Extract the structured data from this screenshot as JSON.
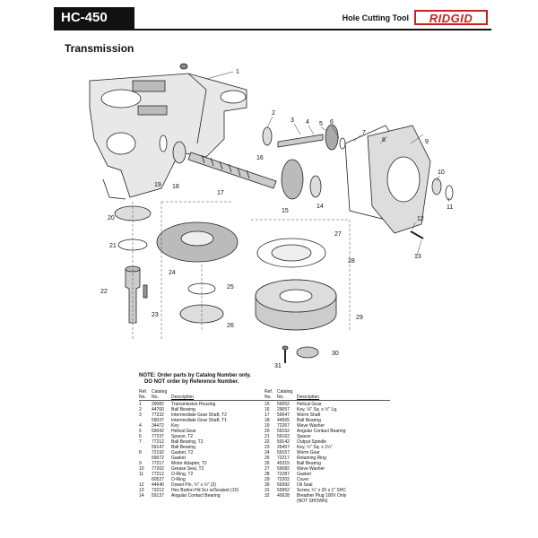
{
  "header": {
    "model": "HC-450",
    "tool_name": "Hole Cutting Tool",
    "brand": "RIDGID"
  },
  "section_title": "Transmission",
  "callouts": [
    "1",
    "2",
    "3",
    "4",
    "5",
    "6",
    "7",
    "8",
    "9",
    "10",
    "11",
    "12",
    "13",
    "14",
    "15",
    "16",
    "17",
    "18",
    "19",
    "20",
    "21",
    "22",
    "23",
    "24",
    "25",
    "26",
    "27",
    "28",
    "29",
    "30",
    "31"
  ],
  "notes": {
    "line1": "NOTE: Order parts by Catalog Number only.",
    "line2": "DO NOT order by Reference Number."
  },
  "table_headers": {
    "ref_line1": "Ref.",
    "ref_line2": "No.",
    "cat_line1": "Catalog",
    "cat_line2": "No.",
    "desc": "Description"
  },
  "parts_left": [
    {
      "ref": "1",
      "cat": "29082",
      "desc": "Transmission Housing"
    },
    {
      "ref": "2",
      "cat": "44760",
      "desc": "Ball Bearing"
    },
    {
      "ref": "3",
      "cat": "77232",
      "desc": "Intermediate Gear Shaft, T2"
    },
    {
      "ref": "",
      "cat": "59037",
      "desc": "Intermediate Gear Shaft, T1"
    },
    {
      "ref": "4",
      "cat": "34472",
      "desc": "Key"
    },
    {
      "ref": "5",
      "cat": "59042",
      "desc": "Helical Gear"
    },
    {
      "ref": "6",
      "cat": "77237",
      "desc": "Spacer, T2"
    },
    {
      "ref": "7",
      "cat": "77212",
      "desc": "Ball Bearing, T2"
    },
    {
      "ref": "",
      "cat": "59147",
      "desc": "Ball Bearing"
    },
    {
      "ref": "8",
      "cat": "72192",
      "desc": "Gasket, T2"
    },
    {
      "ref": "",
      "cat": "59072",
      "desc": "Gasket"
    },
    {
      "ref": "9",
      "cat": "77217",
      "desc": "Motor Adapter, T2"
    },
    {
      "ref": "10",
      "cat": "77202",
      "desc": "Grease Seal, T2"
    },
    {
      "ref": "11",
      "cat": "77212",
      "desc": "O-Ring, T2"
    },
    {
      "ref": "",
      "cat": "60527",
      "desc": "O-Ring"
    },
    {
      "ref": "12",
      "cat": "44640",
      "desc": "Dowel Pin, ¼\" x ½\" (2)"
    },
    {
      "ref": "13",
      "cat": "73212",
      "desc": "Hex Button Hd Scr w/Sealant (10)"
    },
    {
      "ref": "14",
      "cat": "59137",
      "desc": "Angular Contact Bearing"
    }
  ],
  "parts_right": [
    {
      "ref": "15",
      "cat": "59052",
      "desc": "Helical Gear"
    },
    {
      "ref": "16",
      "cat": "29057",
      "desc": "Key, ⅛\" Sq. x ½\" Lg."
    },
    {
      "ref": "17",
      "cat": "59047",
      "desc": "Worm Shaft"
    },
    {
      "ref": "18",
      "cat": "44565",
      "desc": "Ball Bearing"
    },
    {
      "ref": "19",
      "cat": "72267",
      "desc": "Wave Washer"
    },
    {
      "ref": "20",
      "cat": "59152",
      "desc": "Angular Contact Bearing"
    },
    {
      "ref": "21",
      "cat": "59162",
      "desc": "Spacer"
    },
    {
      "ref": "22",
      "cat": "59142",
      "desc": "Output Spindle"
    },
    {
      "ref": "23",
      "cat": "26457",
      "desc": "Key, ¼\" Sq. x 1¼\""
    },
    {
      "ref": "24",
      "cat": "59157",
      "desc": "Worm Gear"
    },
    {
      "ref": "25",
      "cat": "72217",
      "desc": "Retaining Ring"
    },
    {
      "ref": "26",
      "cat": "45315",
      "desc": "Ball Bearing"
    },
    {
      "ref": "27",
      "cat": "59082",
      "desc": "Wave Washer"
    },
    {
      "ref": "28",
      "cat": "72287",
      "desc": "Gasket"
    },
    {
      "ref": "29",
      "cat": "72202",
      "desc": "Cover"
    },
    {
      "ref": "30",
      "cat": "59392",
      "desc": "Oil Seal"
    },
    {
      "ref": "31",
      "cat": "59952",
      "desc": "Screw, ¼\" x 20 x 1\" SHC"
    },
    {
      "ref": "32",
      "cat": "40628",
      "desc": "Breather Plug 100V Only"
    },
    {
      "ref": "",
      "cat": "",
      "desc": "(NOT SHOWN)"
    }
  ]
}
